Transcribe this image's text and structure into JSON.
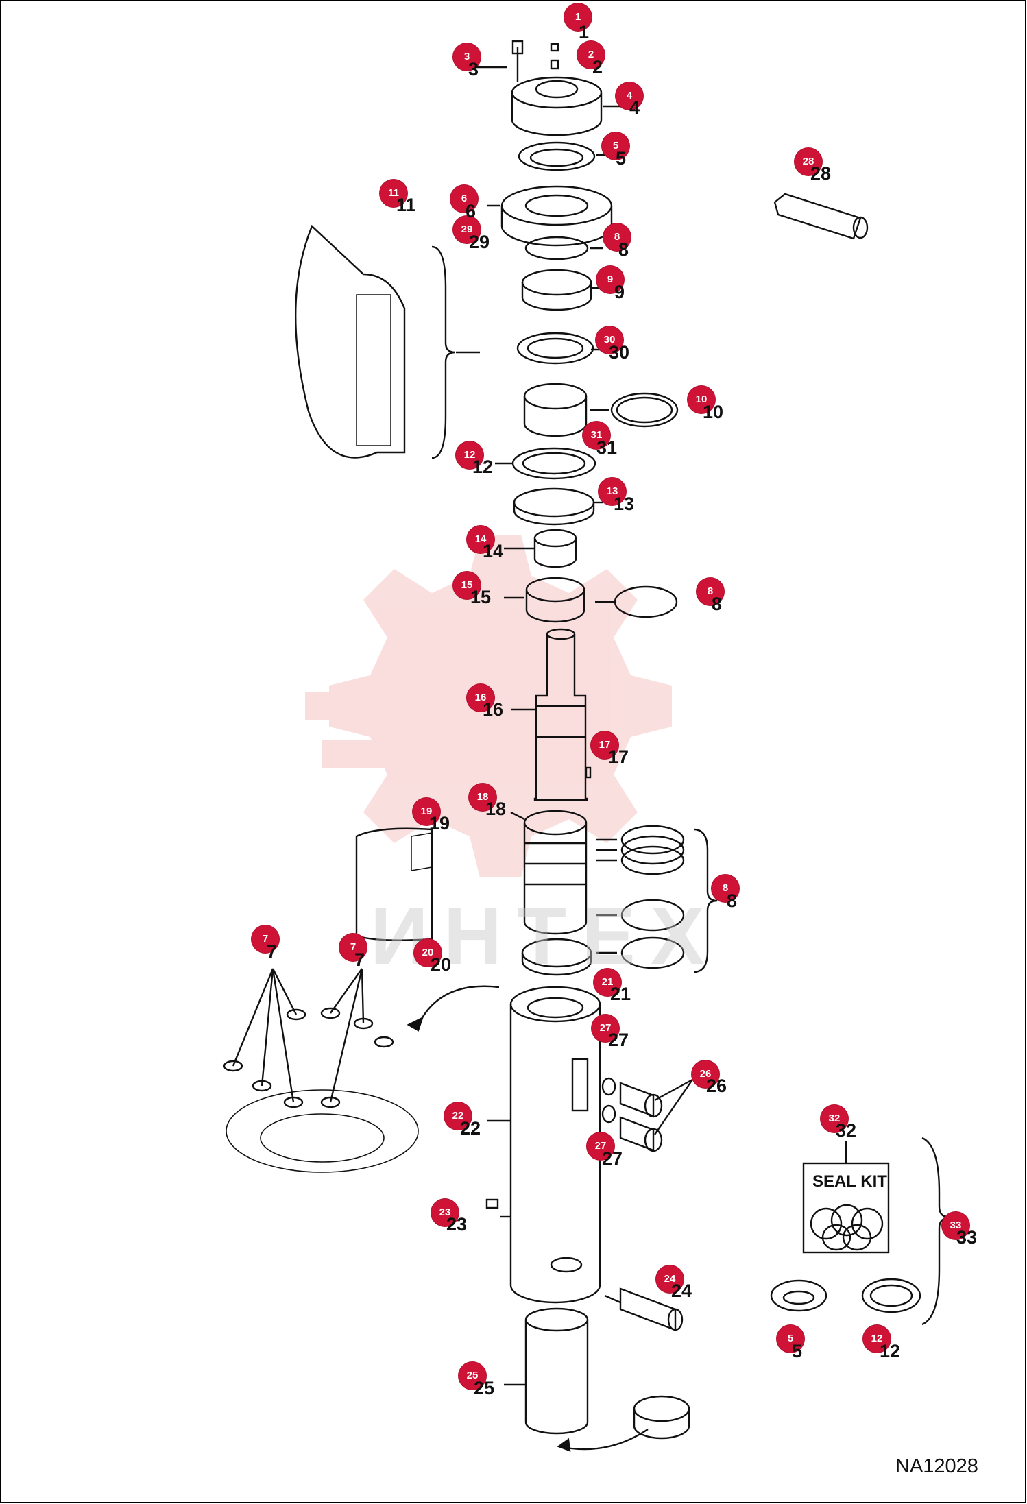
{
  "diagram": {
    "drawing_id": "NA12028",
    "seal_kit_label": "SEAL KIT",
    "watermark": "ИНТЕХ",
    "colors": {
      "callout": "#cf1336",
      "line": "#111111",
      "watermark": "#f2a3a3"
    },
    "callouts": [
      {
        "id": "c1",
        "text": "1"
      },
      {
        "id": "c2",
        "text": "2"
      },
      {
        "id": "c3",
        "text": "3"
      },
      {
        "id": "c4",
        "text": "4"
      },
      {
        "id": "c5a",
        "text": "5"
      },
      {
        "id": "c6",
        "text": "6"
      },
      {
        "id": "c29",
        "text": "29"
      },
      {
        "id": "c8a",
        "text": "8"
      },
      {
        "id": "c9",
        "text": "9"
      },
      {
        "id": "c30",
        "text": "30"
      },
      {
        "id": "c10",
        "text": "10"
      },
      {
        "id": "c31",
        "text": "31"
      },
      {
        "id": "c11",
        "text": "11"
      },
      {
        "id": "c12a",
        "text": "12"
      },
      {
        "id": "c13",
        "text": "13"
      },
      {
        "id": "c14",
        "text": "14"
      },
      {
        "id": "c15",
        "text": "15"
      },
      {
        "id": "c8b",
        "text": "8"
      },
      {
        "id": "c16",
        "text": "16"
      },
      {
        "id": "c17",
        "text": "17"
      },
      {
        "id": "c18",
        "text": "18"
      },
      {
        "id": "c19",
        "text": "19"
      },
      {
        "id": "c8c",
        "text": "8"
      },
      {
        "id": "c20",
        "text": "20"
      },
      {
        "id": "c7a",
        "text": "7"
      },
      {
        "id": "c7b",
        "text": "7"
      },
      {
        "id": "c21",
        "text": "21"
      },
      {
        "id": "c27a",
        "text": "27"
      },
      {
        "id": "c26",
        "text": "26"
      },
      {
        "id": "c22",
        "text": "22"
      },
      {
        "id": "c27b",
        "text": "27"
      },
      {
        "id": "c32",
        "text": "32"
      },
      {
        "id": "c23",
        "text": "23"
      },
      {
        "id": "c33",
        "text": "33"
      },
      {
        "id": "c24",
        "text": "24"
      },
      {
        "id": "c5b",
        "text": "5"
      },
      {
        "id": "c12b",
        "text": "12"
      },
      {
        "id": "c25",
        "text": "25"
      },
      {
        "id": "c28",
        "text": "28"
      }
    ],
    "labels": [
      {
        "id": "l1",
        "text": "1"
      },
      {
        "id": "l2",
        "text": "2"
      },
      {
        "id": "l3",
        "text": "3"
      },
      {
        "id": "l4",
        "text": "4"
      },
      {
        "id": "l5a",
        "text": "5"
      },
      {
        "id": "l6",
        "text": "6"
      },
      {
        "id": "l29",
        "text": "29"
      },
      {
        "id": "l8a",
        "text": "8"
      },
      {
        "id": "l9",
        "text": "9"
      },
      {
        "id": "l30",
        "text": "30"
      },
      {
        "id": "l10",
        "text": "10"
      },
      {
        "id": "l31",
        "text": "31"
      },
      {
        "id": "l11",
        "text": "11"
      },
      {
        "id": "l12a",
        "text": "12"
      },
      {
        "id": "l13",
        "text": "13"
      },
      {
        "id": "l14",
        "text": "14"
      },
      {
        "id": "l15",
        "text": "15"
      },
      {
        "id": "l8b",
        "text": "8"
      },
      {
        "id": "l16",
        "text": "16"
      },
      {
        "id": "l17",
        "text": "17"
      },
      {
        "id": "l18",
        "text": "18"
      },
      {
        "id": "l19",
        "text": "19"
      },
      {
        "id": "l8c",
        "text": "8"
      },
      {
        "id": "l20",
        "text": "20"
      },
      {
        "id": "l7a",
        "text": "7"
      },
      {
        "id": "l7b",
        "text": "7"
      },
      {
        "id": "l21",
        "text": "21"
      },
      {
        "id": "l27a",
        "text": "27"
      },
      {
        "id": "l26",
        "text": "26"
      },
      {
        "id": "l22",
        "text": "22"
      },
      {
        "id": "l27b",
        "text": "27"
      },
      {
        "id": "l32",
        "text": "32"
      },
      {
        "id": "l23",
        "text": "23"
      },
      {
        "id": "l33",
        "text": "33"
      },
      {
        "id": "l24",
        "text": "24"
      },
      {
        "id": "l5b",
        "text": "5"
      },
      {
        "id": "l12b",
        "text": "12"
      },
      {
        "id": "l25",
        "text": "25"
      },
      {
        "id": "l28",
        "text": "28"
      }
    ]
  }
}
